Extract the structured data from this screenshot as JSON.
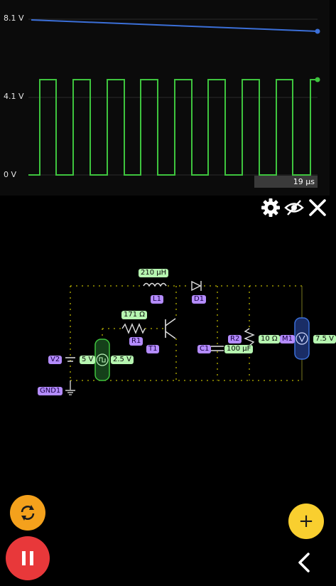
{
  "scope": {
    "volt_labels": {
      "top": "8.1 V",
      "mid": "4.1 V",
      "bottom": "0 V"
    },
    "time_label": "19 µs",
    "colors": {
      "voltage_trace": "#3b6fd8",
      "square_wave": "#3ec43e",
      "grid": "#2b2b2b"
    }
  },
  "toolbar": {
    "icons": [
      "gear-icon",
      "eye-off-icon",
      "close-icon"
    ]
  },
  "circuit": {
    "inductor": {
      "value": "210 µH",
      "name": "L1"
    },
    "diode": {
      "name": "D1"
    },
    "resistor1": {
      "value": "171 Ω",
      "name": "R1"
    },
    "transistor": {
      "name": "T1"
    },
    "capacitor": {
      "value": "100 µF",
      "name": "C1"
    },
    "resistor2": {
      "value": "10 Ω",
      "name": "R2"
    },
    "meter": {
      "name": "M1",
      "value": "7.5 V"
    },
    "source_v2": {
      "name": "V2",
      "value": "5 V"
    },
    "source_pwm": {
      "value": "2.5 V"
    },
    "ground": {
      "name": "GND1"
    }
  },
  "buttons": {
    "reset": "refresh-icon",
    "add_label": "+",
    "pause": "pause-icon",
    "back": "chevron-left-icon"
  }
}
